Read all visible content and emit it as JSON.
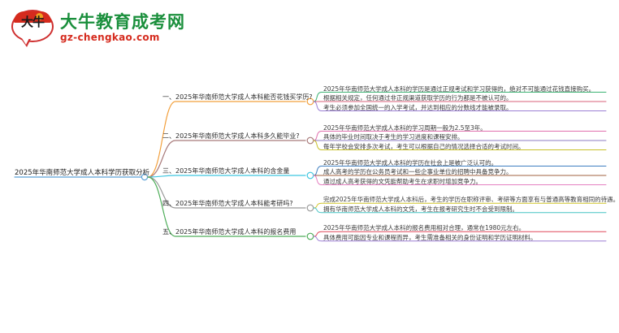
{
  "header": {
    "logo_mark_text": "大牛",
    "site_title": "大牛教育成考网",
    "site_domain": "gz-chengkao.com"
  },
  "mindmap": {
    "root": {
      "label": "2025年华南师范大学成人本科学历获取分析",
      "color": "#5aa0d6"
    },
    "branches": [
      {
        "index": "1",
        "label": "一、2025年华南师范大学成人本科能否花钱买学历?",
        "color": "#f2a03d",
        "leaves": [
          {
            "text": "2025年华南师范大学成人本科的学历是通过正规考试和学习获得的，绝对不可能通过花钱直接购买。",
            "color": "#3bb273"
          },
          {
            "text": "根据相关规定，任何通过非正规渠道获取学历的行为都是不被认可的。",
            "color": "#d8607a"
          },
          {
            "text": "考生必须参加全国统一的入学考试，并达到相应的分数线才能被录取。",
            "color": "#9b7fd4"
          }
        ]
      },
      {
        "index": "2",
        "label": "二、2025年华南师范大学成人本科多久能毕业?",
        "color": "#a87a7a",
        "leaves": [
          {
            "text": "2025年华南师范大学成人本科的学习周期一般为2.5至3年。",
            "color": "#e06fae"
          },
          {
            "text": "具体的毕业时间取决于考生的学习进度和课程安排。",
            "color": "#8e7cc3"
          },
          {
            "text": "每年学校会安排多次考试，考生可以根据自己的情况选择合适的考试时间。",
            "color": "#c9c02a"
          }
        ]
      },
      {
        "index": "3",
        "label": "三、2025年华南师范大学成人本科的含金量",
        "color": "#3ec6e0",
        "leaves": [
          {
            "text": "2025年华南师范大学成人本科的学历在社会上是被广泛认可的。",
            "color": "#3f7fc1"
          },
          {
            "text": "成人高考的学历在公务员考试和一些企事业单位的招聘中具备竞争力。",
            "color": "#a0603f"
          },
          {
            "text": "通过成人高考获得的文凭能帮助考生在求职时增加竞争力。",
            "color": "#e47fc0"
          }
        ]
      },
      {
        "index": "4",
        "label": "四、2025年华南师范大学成人本科能考研吗?",
        "color": "#9a9a9a",
        "leaves": [
          {
            "text": "完成2025年华南师范大学成人本科后，考生的学历在职称评审、考研等方面享有与普通高等教育相同的待遇。",
            "color": "#d2c52b"
          },
          {
            "text": "拥有华南师范大学成人本科的文凭，考生在报考研究生时不会受到限制。",
            "color": "#45c4c4"
          }
        ]
      },
      {
        "index": "5",
        "label": "五、2025年华南师范大学成人本科的报名费用",
        "color": "#4fae5a",
        "leaves": [
          {
            "text": "2025年华南师范大学成人本科的报名费用相对合理，通常在1980元左右。",
            "color": "#e0485b"
          },
          {
            "text": "具体费用可能因专业和课程而异，考生需准备相关的身份证明和学历证明材料。",
            "color": "#9b7fd4"
          }
        ]
      }
    ]
  }
}
